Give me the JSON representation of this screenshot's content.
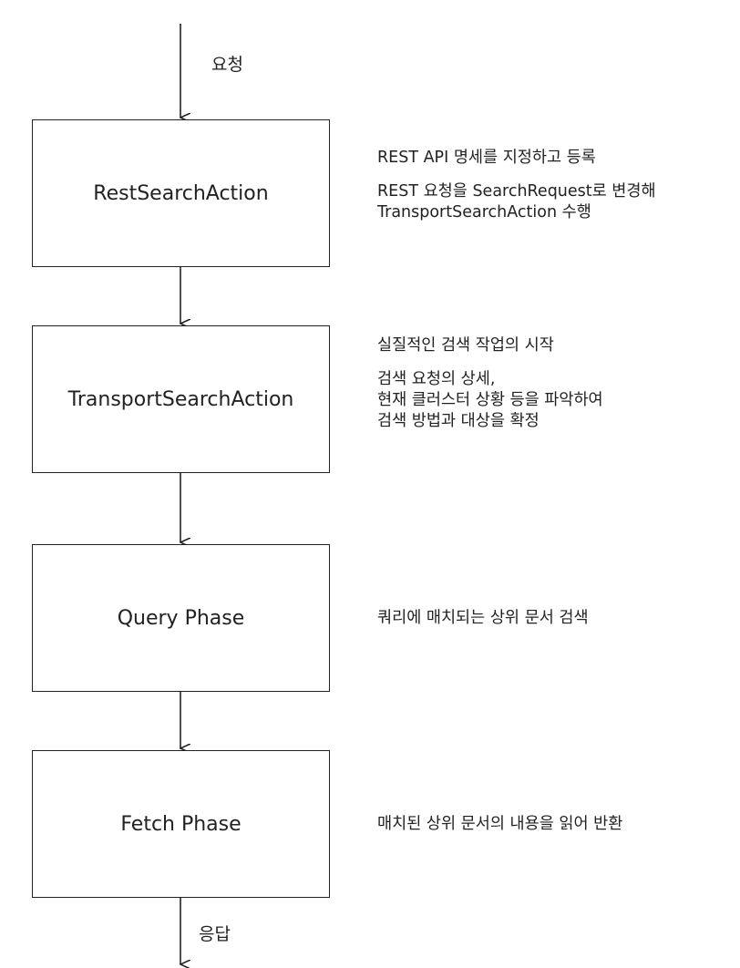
{
  "flow": {
    "request_label": "요청",
    "response_label": "응답"
  },
  "steps": [
    {
      "name": "RestSearchAction",
      "descriptions": [
        "REST API 명세를 지정하고 등록",
        "REST 요청을 SearchRequest로 변경해",
        "TransportSearchAction 수행"
      ]
    },
    {
      "name": "TransportSearchAction",
      "descriptions": [
        "실질적인 검색 작업의 시작",
        "검색 요청의 상세,",
        "현재 클러스터 상황 등을 파악하여",
        "검색 방법과 대상을 확정"
      ]
    },
    {
      "name": "Query Phase",
      "descriptions": [
        "쿼리에 매치되는 상위 문서 검색"
      ]
    },
    {
      "name": "Fetch Phase",
      "descriptions": [
        "매치된 상위 문서의 내용을 읽어 반환"
      ]
    }
  ]
}
